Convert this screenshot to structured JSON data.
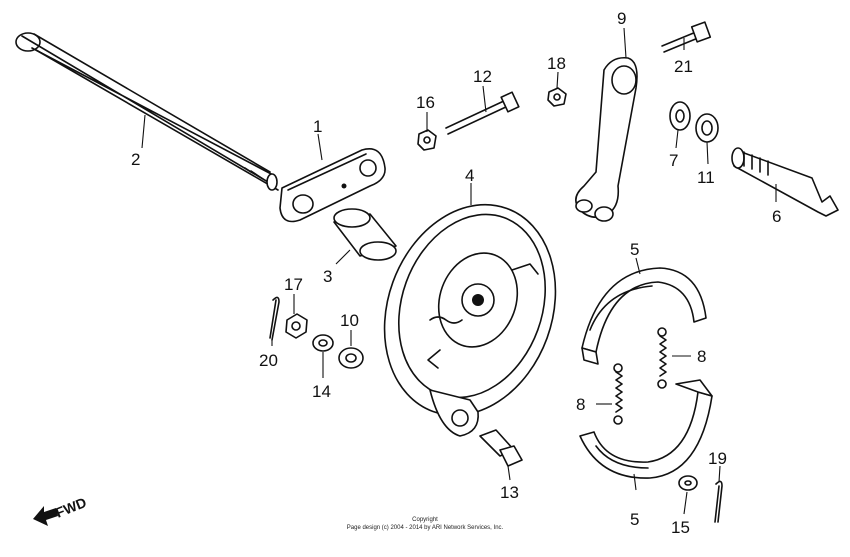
{
  "callouts": {
    "c1": "1",
    "c2": "2",
    "c3": "3",
    "c4": "4",
    "c5a": "5",
    "c5b": "5",
    "c6": "6",
    "c7": "7",
    "c8a": "8",
    "c8b": "8",
    "c9": "9",
    "c10": "10",
    "c11": "11",
    "c12": "12",
    "c13": "13",
    "c14": "14",
    "c15": "15",
    "c16": "16",
    "c17": "17",
    "c18": "18",
    "c19": "19",
    "c20": "20",
    "c21": "21"
  },
  "direction_label": "FWD",
  "copyright": {
    "line1": "Copyright",
    "line2": "Page design (c) 2004 - 2014 by ARI Network Services, Inc."
  },
  "colors": {
    "ink": "#111111",
    "background": "#ffffff"
  }
}
